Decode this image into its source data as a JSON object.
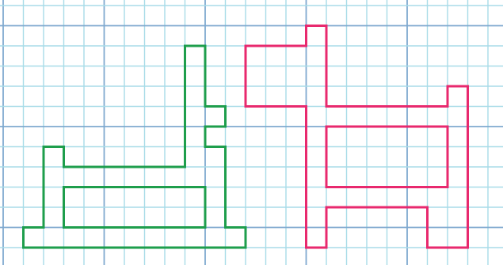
{
  "grid": {
    "columns": 25,
    "rows": 13,
    "bold_every": 5,
    "colors": {
      "fine_line": "#a8dce8",
      "bold_line": "#7fa9cf",
      "background": "#ffffff"
    }
  },
  "shapes": [
    {
      "name": "green-outline-figure",
      "color": "#1e9e4c",
      "cells": [
        [
          9,
          2
        ],
        [
          9,
          3
        ],
        [
          9,
          4
        ],
        [
          9,
          5
        ],
        [
          10,
          5
        ],
        [
          9,
          6
        ],
        [
          9,
          7
        ],
        [
          10,
          7
        ],
        [
          10,
          8
        ],
        [
          10,
          9
        ],
        [
          10,
          10
        ],
        [
          10,
          11
        ],
        [
          2,
          7
        ],
        [
          2,
          8
        ],
        [
          2,
          9
        ],
        [
          2,
          10
        ],
        [
          1,
          11
        ],
        [
          2,
          11
        ],
        [
          3,
          11
        ],
        [
          4,
          11
        ],
        [
          5,
          11
        ],
        [
          6,
          11
        ],
        [
          7,
          11
        ],
        [
          8,
          11
        ],
        [
          9,
          11
        ],
        [
          11,
          11
        ],
        [
          3,
          8
        ],
        [
          4,
          8
        ],
        [
          5,
          8
        ],
        [
          6,
          8
        ],
        [
          7,
          8
        ],
        [
          8,
          8
        ],
        [
          9,
          8
        ]
      ]
    },
    {
      "name": "pink-outline-figure",
      "color": "#e8296e",
      "cells": [
        [
          12,
          2
        ],
        [
          13,
          2
        ],
        [
          14,
          2
        ],
        [
          15,
          1
        ],
        [
          15,
          2
        ],
        [
          12,
          3
        ],
        [
          13,
          3
        ],
        [
          14,
          3
        ],
        [
          15,
          3
        ],
        [
          12,
          4
        ],
        [
          13,
          4
        ],
        [
          14,
          4
        ],
        [
          15,
          4
        ],
        [
          15,
          5
        ],
        [
          16,
          5
        ],
        [
          17,
          5
        ],
        [
          18,
          5
        ],
        [
          19,
          5
        ],
        [
          20,
          5
        ],
        [
          21,
          5
        ],
        [
          22,
          4
        ],
        [
          22,
          5
        ],
        [
          15,
          6
        ],
        [
          15,
          7
        ],
        [
          15,
          8
        ],
        [
          15,
          9
        ],
        [
          15,
          10
        ],
        [
          15,
          11
        ],
        [
          16,
          9
        ],
        [
          17,
          9
        ],
        [
          18,
          9
        ],
        [
          19,
          9
        ],
        [
          20,
          9
        ],
        [
          21,
          9
        ],
        [
          21,
          10
        ],
        [
          21,
          11
        ],
        [
          22,
          6
        ],
        [
          22,
          7
        ],
        [
          22,
          8
        ],
        [
          22,
          9
        ],
        [
          22,
          10
        ],
        [
          22,
          11
        ]
      ]
    }
  ]
}
